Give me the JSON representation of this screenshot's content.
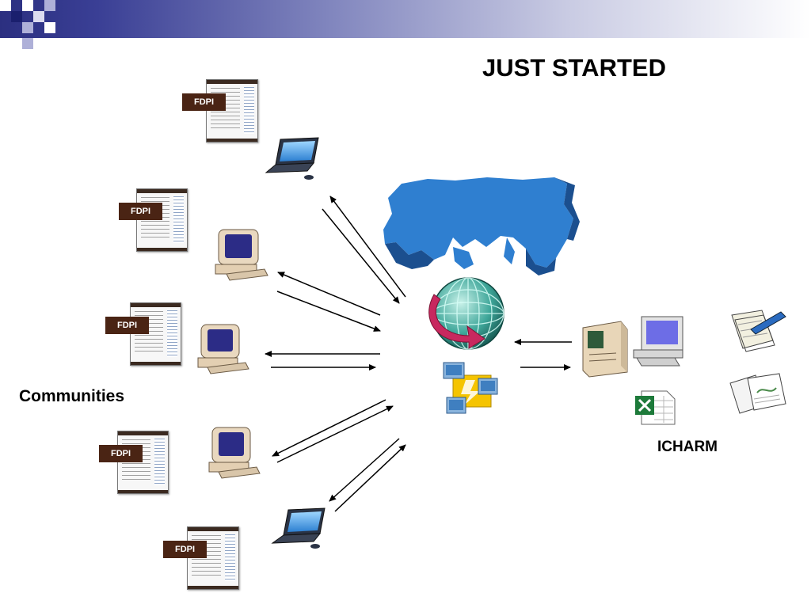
{
  "title": "JUST STARTED",
  "labels": {
    "communities": "Communities",
    "icharm": "ICHARM"
  },
  "badges": [
    "FDPI",
    "FDPI",
    "FDPI",
    "FDPI",
    "FDPI"
  ],
  "colors": {
    "header_dark": "#2b2f80",
    "badge_bg": "#4a2414",
    "map_blue": "#2f7fd0",
    "excel_green": "#1d7a3a"
  },
  "icons": [
    "laptop-icon",
    "desktop-computer-icon",
    "globe-icon",
    "network-icon",
    "map-icon",
    "server-icon",
    "excel-icon",
    "notepad-icon",
    "documents-icon"
  ]
}
